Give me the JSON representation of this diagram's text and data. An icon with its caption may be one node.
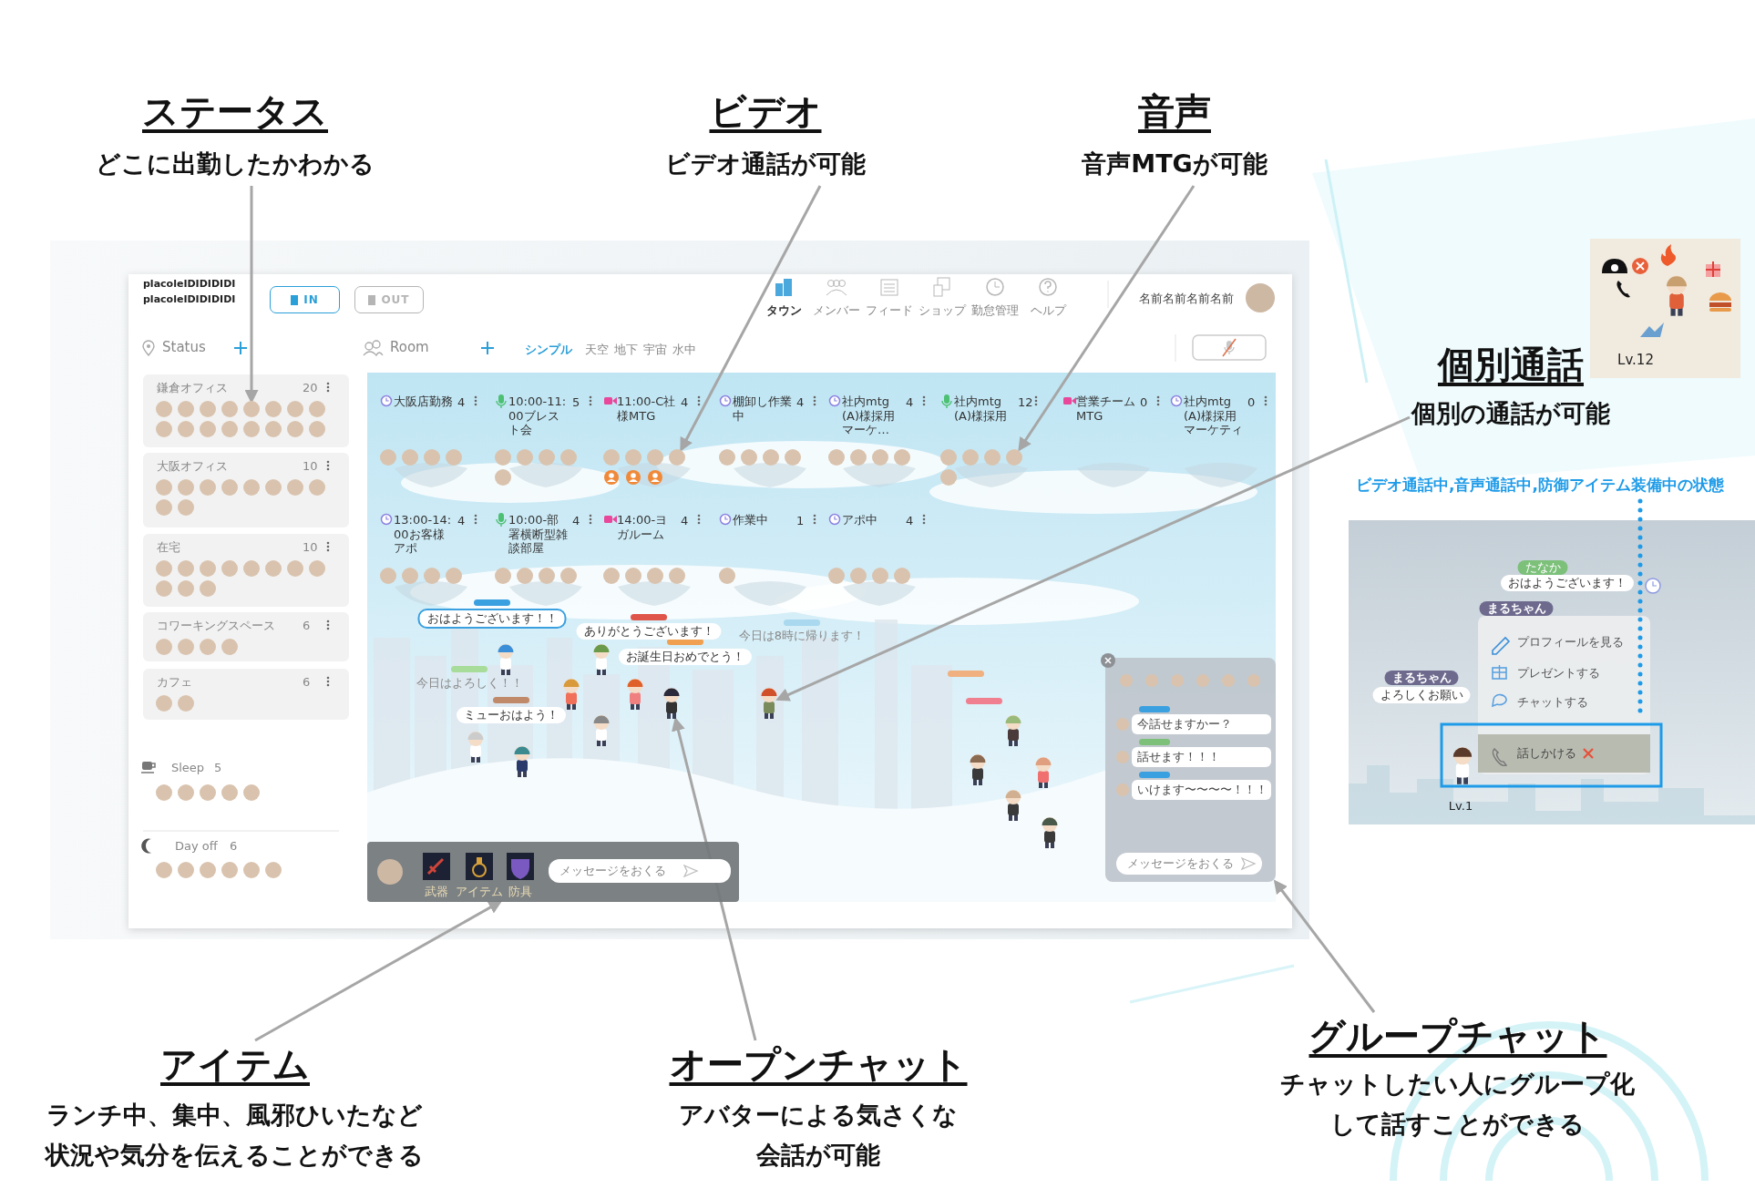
{
  "diagram": {
    "nodes": [
      {
        "text": [
          "ステータス",
          "どこに出勤したかわかる"
        ]
      },
      {
        "text": [
          "ビデオ",
          "ビデオ通話が可能"
        ]
      },
      {
        "text": [
          "音声",
          "音声MTGが可能"
        ]
      },
      {
        "text": [
          "個別通話",
          "個別の通話が可能"
        ]
      },
      {
        "text": [
          "アイテム",
          "ランチ中、集中、風邪ひいたなど状況や気分を伝えることができる"
        ]
      },
      {
        "text": [
          "オープンチャット",
          "アバターによる気さくな会話が可能"
        ]
      },
      {
        "text": [
          "グループチャット",
          "チャットしたい人にグループ化して話すことができる"
        ]
      },
      {
        "text": [],
        "shape": "circle"
      },
      {
        "text": [],
        "shape": "circle"
      },
      {
        "text": [],
        "shape": "circle"
      },
      {
        "text": [],
        "shape": "person"
      },
      {
        "text": [
          "武器",
          "アイテム",
          "防具",
          "メッセージをおくる"
        ]
      },
      {
        "text": [],
        "shape": "person"
      },
      {
        "text": [
          "今話せますかー？",
          "話せます！！！",
          "いけます〜〜〜〜！！！",
          "メッセージをおくる"
        ]
      }
    ],
    "edges": [
      {
        "from": 0,
        "to": 7,
        "arrow": "to"
      },
      {
        "from": 1,
        "to": 8,
        "arrow": "to"
      },
      {
        "from": 2,
        "to": 9,
        "arrow": "to"
      },
      {
        "from": 3,
        "to": 12,
        "arrow": "to"
      },
      {
        "from": 4,
        "to": 11,
        "arrow": "to"
      },
      {
        "from": 5,
        "to": 10,
        "arrow": "to"
      },
      {
        "from": 6,
        "to": 13,
        "arrow": "to"
      }
    ],
    "labels": [
      "placoleIDIDIDIDI",
      "placoleIDIDIDIDI",
      "IN",
      "OUT",
      "タウン",
      "メンバー",
      "フィード",
      "ショップ",
      "勤怠管理",
      "ヘルプ",
      "名前名前名前名前",
      "Status",
      "Room",
      "シンプル",
      "天空",
      "地下",
      "宇宙",
      "水中",
      "鎌倉オフィス",
      "20",
      "大阪オフィス",
      "10",
      "在宅",
      "10",
      "コワーキングスペース",
      "6",
      "カフェ",
      "6",
      "Sleep",
      "5",
      "Day off",
      "6",
      "大阪店勤務",
      "4",
      "10:00-11:00ブレスト会",
      "5",
      "11:00-C社様MTG",
      "4",
      "棚卸し作業中",
      "4",
      "社内mtg(A)様採用マーケ…",
      "4",
      "社内mtg(A)様採用",
      "12",
      "営業チームMTG",
      "0",
      "社内mtg(A)様採用マーケティ",
      "0",
      "13:00-14:00お客様アポ",
      "4",
      "10:00-部署横断型雑談部屋",
      "4",
      "14:00-ヨガルーム",
      "4",
      "作業中",
      "1",
      "アポ中",
      "4",
      "おはようございます！！",
      "ありがとうございます！",
      "お誕生日おめでとう！",
      "今日は8時に帰ります！",
      "今日はよろしく！！",
      "ミューおはよう！",
      "Lv.12",
      "ビデオ通話中,音声通話中,防御アイテム装備中の状態",
      "たなか",
      "おはようございます！",
      "まるちゃん",
      "プロフィールを見る",
      "プレゼントする",
      "チャットする",
      "まるちゃん",
      "よろしくお願い",
      "話しかける",
      "Lv.1"
    ]
  }
}
